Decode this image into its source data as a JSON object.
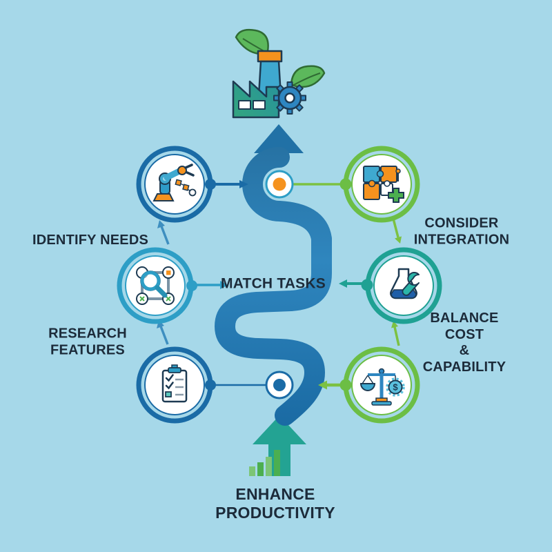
{
  "diagram": {
    "type": "process-flow-infographic",
    "background_color": "#A6D8E9"
  },
  "labels": {
    "identify_needs": "IDENTIFY NEEDS",
    "research_features": "RESEARCH\nFEATURES",
    "consider_integration": "CONSIDER\nINTEGRATION",
    "balance_cost_capability": "BALANCE COST\n& CAPABILITY",
    "match_tasks": "MATCH TASKS",
    "enhance_productivity": "ENHANCE\nPRODUCTIVITY"
  },
  "icons": {
    "top": "factory-eco-gear-icon",
    "node_1": "robot-arm-icon",
    "node_2": "puzzle-pieces-icon",
    "node_3": "magnifier-network-icon",
    "node_4": "flask-wrench-icon",
    "node_5": "checklist-clipboard-icon",
    "node_6": "balance-scale-dollar-icon",
    "bottom": "growth-arrow-icon",
    "dollar_symbol": "$"
  },
  "colors": {
    "background": "#A6D8E9",
    "ribbon_dark": "#1A6AA3",
    "ribbon_mid": "#2B7BB3",
    "ring_blue": "#1A6BA6",
    "ring_cyan": "#2D9EC6",
    "ring_green": "#6CBE45",
    "ring_teal": "#1FA193",
    "accent_orange": "#F5921E",
    "leaf_green": "#5CB85C",
    "arrow_green": "#7CC142",
    "text_dark": "#1C2B3A"
  }
}
